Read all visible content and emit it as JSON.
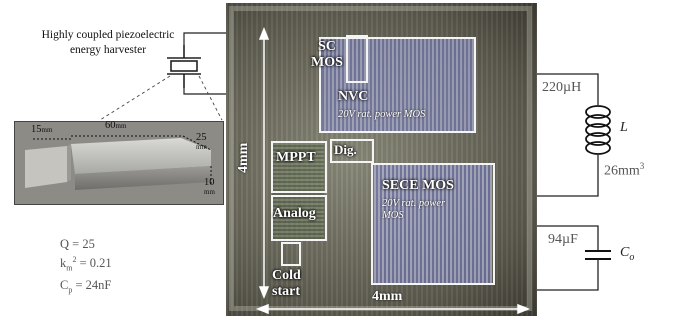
{
  "harvester": {
    "title_line1": "Highly coupled piezoelectric",
    "title_line2": "energy harvester",
    "dims": {
      "a_val": "15",
      "a_unit": "mm",
      "b_val": "60",
      "b_unit": "mm",
      "c_val": "25",
      "c_unit": "mm",
      "d_val": "10",
      "d_unit": "mm"
    },
    "params": {
      "q": "Q = 25",
      "km_base": "k",
      "km_sub": "m",
      "km_sup": "2",
      "km_val": " = 0.21",
      "cp_base": "C",
      "cp_sub": "p",
      "cp_val": " = 24nF"
    }
  },
  "chip": {
    "blocks": {
      "sc_mos_line1": "SC",
      "sc_mos_line2": "MOS",
      "nvc": "NVC",
      "nvc_sub": "20V rat. power MOS",
      "mppt": "MPPT",
      "dig": "Dig.",
      "analog": "Analog",
      "secemos": "SECE MOS",
      "secemos_sub_line1": "20V rat. power",
      "secemos_sub_line2": "MOS",
      "cold_line1": "Cold",
      "cold_line2": "start"
    },
    "dim_vertical": "4mm",
    "dim_horizontal": "4mm"
  },
  "components": {
    "inductor_value": "220µH",
    "inductor_symbol": "L",
    "inductor_volume_base": "26mm",
    "inductor_volume_sup": "3",
    "cap_value": "94µF",
    "cap_symbol_base": "C",
    "cap_symbol_sub": "o"
  }
}
